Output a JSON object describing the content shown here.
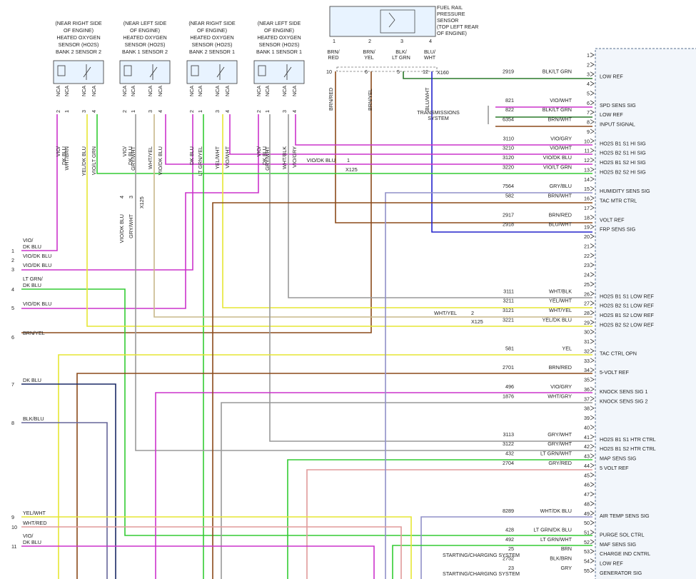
{
  "sensors": [
    {
      "id": "b2s2",
      "lines": [
        "(NEAR RIGHT SIDE",
        "OF ENGINE)",
        "HEATED OXYGEN",
        "SENSOR (HO2S)",
        "BANK 2 SENSOR 2"
      ],
      "pins": [
        {
          "nca": "NCA",
          "num": "2",
          "color": "VIO/\nDK BLU"
        },
        {
          "nca": "NCA",
          "num": "1",
          "color": "WHT/BRN"
        },
        {
          "nca": "NCA",
          "num": "3",
          "color": "YEL/DK BLU"
        },
        {
          "nca": "NCA",
          "num": "4",
          "color": "VIO/LT GRN"
        }
      ]
    },
    {
      "id": "b1s2",
      "lines": [
        "(NEAR LEFT SIDE",
        "OF ENGINE)",
        "HEATED OXYGEN",
        "SENSOR (HO2S)",
        "BANK 1 SENSOR 2"
      ],
      "pins": [
        {
          "nca": "NCA",
          "num": "2",
          "color": "VIO/\nDK BLU"
        },
        {
          "nca": "NCA",
          "num": "1",
          "color": "GRY/WHT"
        },
        {
          "nca": "NCA",
          "num": "3",
          "color": "WHT/YEL"
        },
        {
          "nca": "NCA",
          "num": "4",
          "color": "VIO/DK BLU"
        }
      ]
    },
    {
      "id": "b2s1",
      "lines": [
        "(NEAR RIGHT SIDE",
        "OF ENGINE)",
        "HEATED OXYGEN",
        "SENSOR (HO2S)",
        "BANK 2 SENSOR 1"
      ],
      "pins": [
        {
          "nca": "NCA",
          "num": "2",
          "color": "DK BLU"
        },
        {
          "nca": "NCA",
          "num": "1",
          "color": "LT GRN/YEL"
        },
        {
          "nca": "NCA",
          "num": "3",
          "color": "YEL/WHT"
        },
        {
          "nca": "NCA",
          "num": "4",
          "color": "VIO/WHT"
        }
      ]
    },
    {
      "id": "b1s1",
      "lines": [
        "(NEAR LEFT SIDE",
        "OF ENGINE)",
        "HEATED OXYGEN",
        "SENSOR (HO2S)",
        "BANK 1 SENSOR 1"
      ],
      "pins": [
        {
          "nca": "NCA",
          "num": "2",
          "color": "VIO/\nDK BLU"
        },
        {
          "nca": "NCA",
          "num": "1",
          "color": "GRY/WHT"
        },
        {
          "nca": "NCA",
          "num": "3",
          "color": "WHT/BLK"
        },
        {
          "nca": "NCA",
          "num": "4",
          "color": "VIO/GRY"
        }
      ]
    }
  ],
  "frp": {
    "lines": [
      "FUEL RAIL",
      "PRESSURE",
      "SENSOR",
      "(TOP LEFT REAR",
      "OF ENGINE)"
    ],
    "pins": [
      {
        "num": "1",
        "color": "BRN/\nRED",
        "c": "10"
      },
      {
        "num": "2",
        "color": "BRN/\nYEL",
        "c": "6"
      },
      {
        "num": "3",
        "color": "BLK/\nLT GRN",
        "c": "5"
      },
      {
        "num": "4",
        "color": "BLU/\nWHT",
        "c": "12"
      }
    ],
    "connector": "X160",
    "vert_labels": [
      "BRN/RED",
      "BRN/YEL",
      "BLU/WHT"
    ]
  },
  "splices": {
    "vio_dk_blu": {
      "label": "VIO/DK BLU",
      "pin": "1",
      "conn": "X125"
    },
    "wht_yel": {
      "label": "WHT/YEL",
      "pin": "2",
      "conn": "X125"
    },
    "mid": {
      "pins": [
        "4",
        "3"
      ],
      "labels": [
        "VIO/DK BLU",
        "GRY/WHT"
      ],
      "conn": "X125"
    }
  },
  "transmission": {
    "label": "TRANSMISSIONS\nSYSTEM"
  },
  "left_pins": [
    {
      "num": "1",
      "label": "VIO/\nDK BLU"
    },
    {
      "num": "2",
      "label": "VIO/DK BLU"
    },
    {
      "num": "3",
      "label": "VIO/DK BLU"
    },
    {
      "num": "4",
      "label": "LT GRN/\nDK BLU"
    },
    {
      "num": "5",
      "label": "VIO/DK BLU"
    },
    {
      "num": "6",
      "label": "BRN/YEL"
    },
    {
      "num": "7",
      "label": "DK BLU"
    },
    {
      "num": "8",
      "label": "BLK/BLU"
    },
    {
      "num": "9",
      "label": "YEL/WHT"
    },
    {
      "num": "10",
      "label": "WHT/RED"
    },
    {
      "num": "11",
      "label": "VIO/\nDK BLU"
    }
  ],
  "pcm_rows": [
    {
      "pin": "1",
      "circuit": "",
      "color": "",
      "func": ""
    },
    {
      "pin": "2",
      "circuit": "",
      "color": "",
      "func": ""
    },
    {
      "pin": "3",
      "circuit": "2919",
      "color": "BLK/LT GRN",
      "func": "LOW REF"
    },
    {
      "pin": "4",
      "circuit": "",
      "color": "",
      "func": ""
    },
    {
      "pin": "5",
      "circuit": "",
      "color": "",
      "func": ""
    },
    {
      "pin": "6",
      "circuit": "821",
      "color": "VIO/WHT",
      "func": "SPD SENS SIG"
    },
    {
      "pin": "7",
      "circuit": "822",
      "color": "BLK/LT GRN",
      "func": "LOW REF"
    },
    {
      "pin": "8",
      "circuit": "6354",
      "color": "BRN/WHT",
      "func": "INPUT SIGNAL"
    },
    {
      "pin": "9",
      "circuit": "",
      "color": "",
      "func": ""
    },
    {
      "pin": "10",
      "circuit": "3110",
      "color": "VIO/GRY",
      "func": "HO2S B1 S1 HI SIG"
    },
    {
      "pin": "11",
      "circuit": "3210",
      "color": "VIO/WHT",
      "func": "HO2S B2 S1 HI SIG"
    },
    {
      "pin": "12",
      "circuit": "3120",
      "color": "VIO/DK BLU",
      "func": "HO2S B1 S2 HI SIG"
    },
    {
      "pin": "13",
      "circuit": "3220",
      "color": "VIO/LT GRN",
      "func": "HO2S B2 S2 HI SIG"
    },
    {
      "pin": "14",
      "circuit": "",
      "color": "",
      "func": ""
    },
    {
      "pin": "15",
      "circuit": "7564",
      "color": "GRY/BLU",
      "func": "HUMIDITY SENS SIG"
    },
    {
      "pin": "16",
      "circuit": "582",
      "color": "BRN/WHT",
      "func": "TAC MTR CTRL"
    },
    {
      "pin": "17",
      "circuit": "",
      "color": "",
      "func": ""
    },
    {
      "pin": "18",
      "circuit": "2917",
      "color": "BRN/RED",
      "func": "VOLT REF"
    },
    {
      "pin": "19",
      "circuit": "2918",
      "color": "BLU/WHT",
      "func": "FRP SENS SIG"
    },
    {
      "pin": "20",
      "circuit": "",
      "color": "",
      "func": ""
    },
    {
      "pin": "21",
      "circuit": "",
      "color": "",
      "func": ""
    },
    {
      "pin": "22",
      "circuit": "",
      "color": "",
      "func": ""
    },
    {
      "pin": "23",
      "circuit": "",
      "color": "",
      "func": ""
    },
    {
      "pin": "24",
      "circuit": "",
      "color": "",
      "func": ""
    },
    {
      "pin": "25",
      "circuit": "",
      "color": "",
      "func": ""
    },
    {
      "pin": "26",
      "circuit": "3111",
      "color": "WHT/BLK",
      "func": "HO2S B1 S1 LOW REF"
    },
    {
      "pin": "27",
      "circuit": "3211",
      "color": "YEL/WHT",
      "func": "HO2S B2 S1 LOW REF"
    },
    {
      "pin": "28",
      "circuit": "3121",
      "color": "WHT/YEL",
      "func": "HO2S B1 S2 LOW REF"
    },
    {
      "pin": "29",
      "circuit": "3221",
      "color": "YEL/DK BLU",
      "func": "HO2S B2 S2 LOW REF"
    },
    {
      "pin": "30",
      "circuit": "",
      "color": "",
      "func": ""
    },
    {
      "pin": "31",
      "circuit": "",
      "color": "",
      "func": ""
    },
    {
      "pin": "32",
      "circuit": "581",
      "color": "YEL",
      "func": "TAC CTRL OPN"
    },
    {
      "pin": "33",
      "circuit": "",
      "color": "",
      "func": ""
    },
    {
      "pin": "34",
      "circuit": "2701",
      "color": "BRN/RED",
      "func": "5-VOLT REF"
    },
    {
      "pin": "35",
      "circuit": "",
      "color": "",
      "func": ""
    },
    {
      "pin": "36",
      "circuit": "496",
      "color": "VIO/GRY",
      "func": "KNOCK SENS SIG 1"
    },
    {
      "pin": "37",
      "circuit": "1876",
      "color": "WHT/GRY",
      "func": "KNOCK SENS SIG 2"
    },
    {
      "pin": "38",
      "circuit": "",
      "color": "",
      "func": ""
    },
    {
      "pin": "39",
      "circuit": "",
      "color": "",
      "func": ""
    },
    {
      "pin": "40",
      "circuit": "",
      "color": "",
      "func": ""
    },
    {
      "pin": "41",
      "circuit": "3113",
      "color": "GRY/WHT",
      "func": "HO2S B1 S1 HTR CTRL"
    },
    {
      "pin": "42",
      "circuit": "3122",
      "color": "GRY/WHT",
      "func": "HO2S B1 S2 HTR CTRL"
    },
    {
      "pin": "43",
      "circuit": "432",
      "color": "LT GRN/WHT",
      "func": "MAP SENS SIG"
    },
    {
      "pin": "44",
      "circuit": "2704",
      "color": "GRY/RED",
      "func": "5 VOLT REF"
    },
    {
      "pin": "45",
      "circuit": "",
      "color": "",
      "func": ""
    },
    {
      "pin": "46",
      "circuit": "",
      "color": "",
      "func": ""
    },
    {
      "pin": "47",
      "circuit": "",
      "color": "",
      "func": ""
    },
    {
      "pin": "48",
      "circuit": "",
      "color": "",
      "func": ""
    },
    {
      "pin": "49",
      "circuit": "8289",
      "color": "WHT/DK BLU",
      "func": "AIR TEMP SENS SIG"
    },
    {
      "pin": "50",
      "circuit": "",
      "color": "",
      "func": ""
    },
    {
      "pin": "51",
      "circuit": "428",
      "color": "LT GRN/DK BLU",
      "func": "PURGE SOL CTRL"
    },
    {
      "pin": "52",
      "circuit": "492",
      "color": "LT GRN/WHT",
      "func": "MAF SENS SIG"
    },
    {
      "pin": "53",
      "circuit": "25",
      "color": "BRN",
      "func": "CHARGE IND CNTRL"
    },
    {
      "pin": "54",
      "circuit": "2752",
      "color": "BLK/BRN",
      "func": "LOW REF"
    },
    {
      "pin": "55",
      "circuit": "23",
      "color": "GRY",
      "func": "GENERATOR SIG"
    }
  ],
  "starting_system": [
    "STARTING/CHARGING SYSTEM",
    "STARTING/CHARGING SYSTEM"
  ],
  "wire_colors": {
    "violet": "#cc33cc",
    "green": "#33cc33",
    "yellow": "#e6e633",
    "brown": "#8b4a1a",
    "blue": "#2222cc",
    "gray": "#999999",
    "navy": "#1a2a66",
    "slate": "#666699",
    "greenDark": "#2a7a2a",
    "teal": "#2a8a6a",
    "pink": "#e09a9a",
    "tan": "#c8b88a",
    "lavender": "#9090c8"
  }
}
